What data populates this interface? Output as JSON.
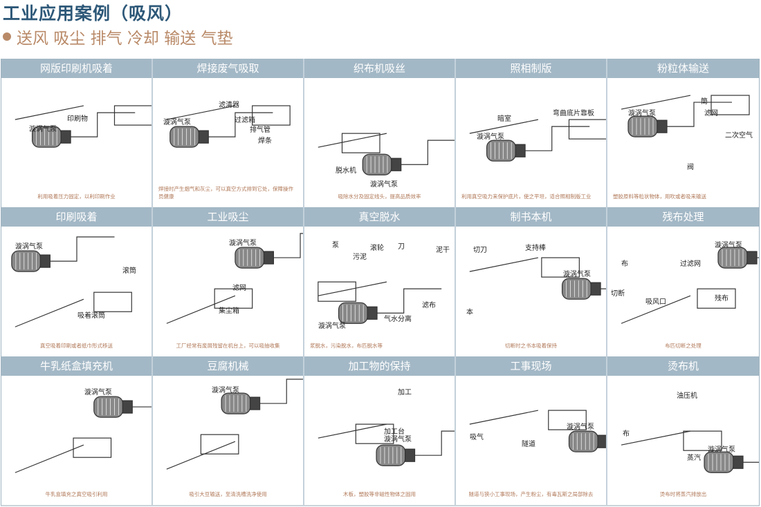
{
  "title": "工业应用案例（吸风）",
  "subtitle": "送风 吸尘 排气 冷却 输送 气垫",
  "colors": {
    "title": "#2d5878",
    "subtitle": "#b98a68",
    "header": "#a3b8c6",
    "caption": "#b07858"
  },
  "cases": [
    {
      "name": "网版印刷机吸着",
      "labels": [
        "漩涡气泵",
        "印刷物"
      ],
      "caption": "利用吸着压力固定，以利印刷作业"
    },
    {
      "name": "焊接废气吸取",
      "labels": [
        "滤清器",
        "漩涡气泵",
        "过滤箱",
        "排气管",
        "焊条"
      ],
      "caption": "焊接时产生烟气和灰尘，可以真空方式排到它处，保障操作员健康"
    },
    {
      "name": "织布机吸丝",
      "labels": [
        "脱水机",
        "漩涡气泵"
      ],
      "caption": "吸除水分及固定线头，提高品质效率"
    },
    {
      "name": "照相制版",
      "labels": [
        "暗室",
        "弯曲底片靠板",
        "漩涡气泵"
      ],
      "caption": "利用真空吸力来保护底片，使之平坦，适合照相制版工业"
    },
    {
      "name": "粉粒体输送",
      "labels": [
        "筒",
        "漩涡气泵",
        "滤网",
        "二次空气",
        "阀"
      ],
      "caption": "塑胶原料等粒状物体，用吹或者吸来输送"
    },
    {
      "name": "印刷吸着",
      "labels": [
        "漩涡气泵",
        "滚筒",
        "吸着滚筒"
      ],
      "caption": "真空吸着印刷或者纸巾形式移送"
    },
    {
      "name": "工业吸尘",
      "labels": [
        "漩涡气泵",
        "滤网",
        "集尘箱"
      ],
      "caption": "工厂经常有废屑残留在机台上，可以吸抽收集"
    },
    {
      "name": "真空脱水",
      "labels": [
        "泵",
        "滚轮",
        "刀",
        "泥干",
        "污泥",
        "滤布",
        "气水分离",
        "漩涡气泵"
      ],
      "caption": "浆脱水，污染脱水，布匹脱水等"
    },
    {
      "name": "制书本机",
      "labels": [
        "切刀",
        "支持棒",
        "漩涡气泵",
        "本"
      ],
      "caption": "切断时之书本吸着保持"
    },
    {
      "name": "残布处理",
      "labels": [
        "漩涡气泵",
        "布",
        "过滤网",
        "切断",
        "吸风口",
        "残布"
      ],
      "caption": "布匹切断之处理"
    },
    {
      "name": "牛乳纸盒填充机",
      "labels": [
        "漩涡气泵"
      ],
      "caption": "牛乳盒填充之真空吸引利用"
    },
    {
      "name": "豆腐机械",
      "labels": [
        "漩涡气泵"
      ],
      "caption": "吸引大豆输送，至清洗槽洗净使用"
    },
    {
      "name": "加工物的保持",
      "labels": [
        "加工",
        "加工台",
        "漩涡气泵"
      ],
      "caption": "木板，塑胶等非磁性物体之固用"
    },
    {
      "name": "工事现场",
      "labels": [
        "漩涡气泵",
        "吸气",
        "隧道"
      ],
      "caption": "隧道与狭小工事现场，产生粉尘，有毒瓦斯之局部除去"
    },
    {
      "name": "烫布机",
      "labels": [
        "油压机",
        "布",
        "蒸汽",
        "漩涡气泵"
      ],
      "caption": "烫布时将蒸汽排放出"
    }
  ]
}
